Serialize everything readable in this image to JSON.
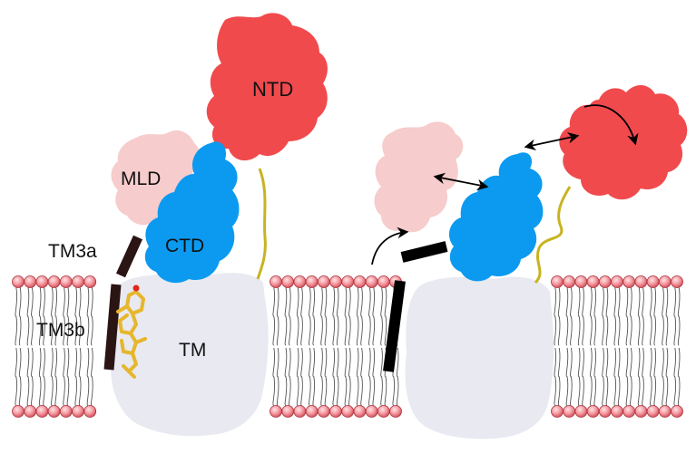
{
  "labels": {
    "ntd": "NTD",
    "mld": "MLD",
    "ctd": "CTD",
    "tm3a": "TM3a",
    "tm3b": "TM3b",
    "tm": "TM"
  },
  "colors": {
    "ntd": "#f04a4d",
    "mld": "#f6cccc",
    "ctd": "#0b9af0",
    "tm": "#e8e9f1",
    "helix": "#2a1414",
    "linker": "#c8b320",
    "sterol": "#e6b62c",
    "lipid_head": "#f07f86",
    "lipid_tail": "#555555"
  },
  "icons": [
    "lipid-bilayer",
    "sterol-molecule",
    "curved-arrow",
    "double-headed-arrow"
  ]
}
